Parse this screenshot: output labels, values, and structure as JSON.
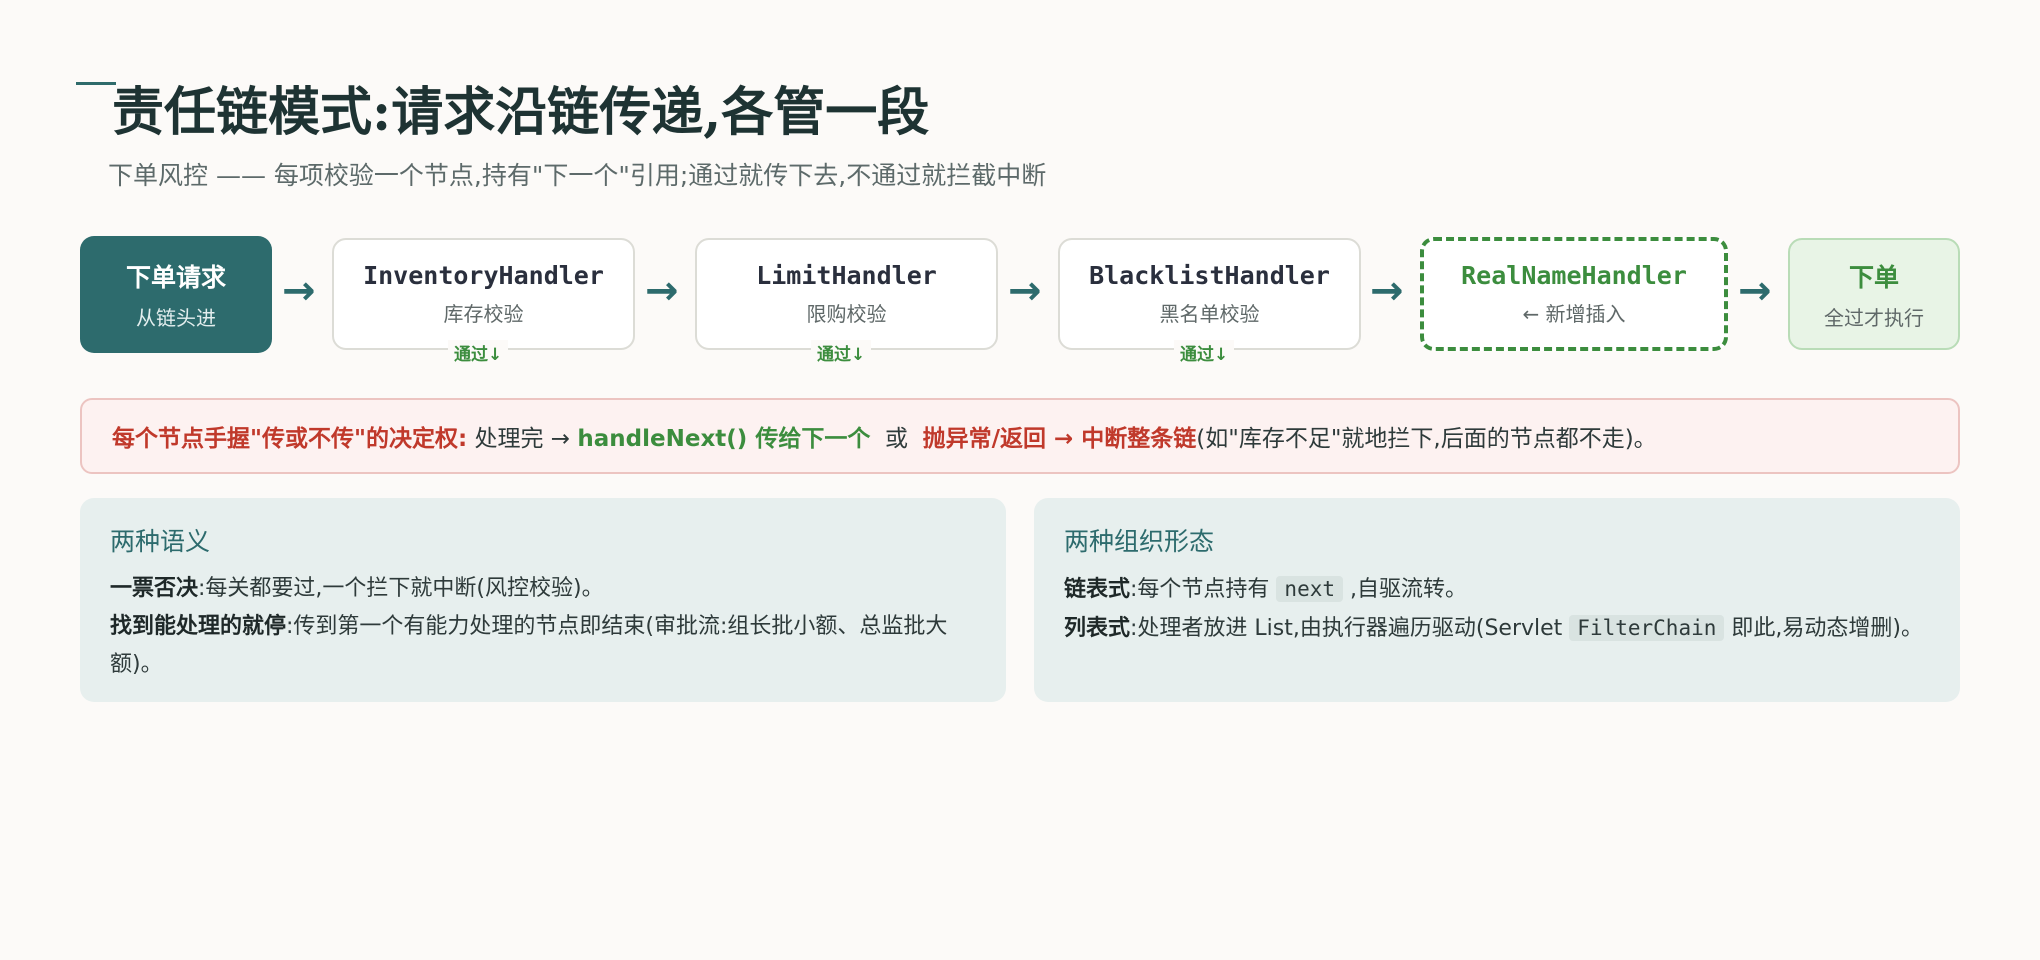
{
  "header": {
    "title": "责任链模式:请求沿链传递,各管一段",
    "subtitle": "下单风控 —— 每项校验一个节点,持有\"下一个\"引用;通过就传下去,不通过就拦截中断"
  },
  "chain": {
    "start": {
      "title": "下单请求",
      "sub": "从链头进"
    },
    "handlers": [
      {
        "title": "InventoryHandler",
        "sub": "库存校验",
        "pass": "通过↓"
      },
      {
        "title": "LimitHandler",
        "sub": "限购校验",
        "pass": "通过↓"
      },
      {
        "title": "BlacklistHandler",
        "sub": "黑名单校验",
        "pass": "通过↓"
      },
      {
        "title": "RealNameHandler",
        "sub": "← 新增插入"
      }
    ],
    "end": {
      "title": "下单",
      "sub": "全过才执行"
    },
    "arrow": "→"
  },
  "callout": {
    "lead": "每个节点手握\"传或不传\"的决定权:",
    "p1": " 处理完 → ",
    "green": "handleNext() 传给下一个",
    "p2": "  或  ",
    "red2": "抛异常/返回 → 中断整条链",
    "p3": "(如\"库存不足\"就地拦下,后面的节点都不走)。"
  },
  "cards": {
    "left": {
      "title": "两种语义",
      "l1_bold": "一票否决",
      "l1_text": ":每关都要过,一个拦下就中断(风控校验)。",
      "l2_bold": "找到能处理的就停",
      "l2_text": ":传到第一个有能力处理的节点即结束(审批流:组长批小额、总监批大额)。"
    },
    "right": {
      "title": "两种组织形态",
      "l1_bold": "链表式",
      "l1_text_a": ":每个节点持有 ",
      "l1_code": "next",
      "l1_text_b": " ,自驱流转。",
      "l2_bold": "列表式",
      "l2_text_a": ":处理者放进 List,由执行器遍历驱动(Servlet ",
      "l2_code": "FilterChain",
      "l2_text_b": " 即此,易动态增删)。"
    }
  },
  "colors": {
    "primary": "#2d6b6d",
    "green": "#3c8d3e",
    "red": "#c0392b",
    "background": "#fcfaf8"
  }
}
